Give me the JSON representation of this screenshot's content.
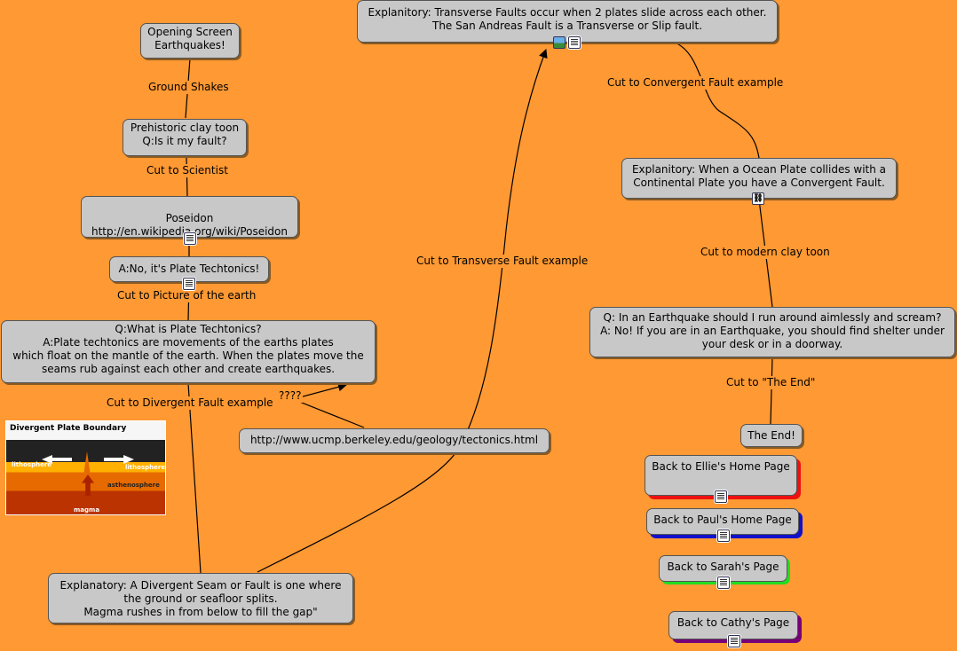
{
  "nodes": {
    "opening": "Opening Screen\nEarthquakes!",
    "prehistoric": "Prehistoric clay toon\nQ:Is it my fault?",
    "poseidon": "Poseidon\nhttp://en.wikipedia.org/wiki/Poseidon",
    "plate_tech": "A:No, it's Plate Techtonics!",
    "what_is": "Q:What is Plate Techtonics?\nA:Plate techtonics are movements of the earths plates\nwhich float on the mantle of the earth.  When the plates move the\nseams rub against each other and create earthquakes.",
    "ucmp": "http://www.ucmp.berkeley.edu/geology/tectonics.html",
    "divergent": "Explanatory: A Divergent Seam or Fault is one where\nthe ground or seafloor splits.\nMagma rushes in from below to fill the gap\"",
    "transverse": "Explanitory: Transverse Faults occur when 2 plates slide across each other.\nThe San Andreas Fault is a Transverse or Slip fault.",
    "convergent": "Explanitory: When a Ocean Plate collides with a\nContinental Plate you have a Convergent Fault.",
    "earthquake_q": "Q: In an Earthquake should I run around aimlessly and scream?\nA: No! If you are in an Earthquake, you should find shelter under\nyour desk or in a doorway.",
    "the_end": "The End!",
    "ellie": "Back to Ellie's Home Page",
    "paul": "Back to Paul's Home Page",
    "sarah": "Back to Sarah's Page",
    "cathy": "Back to Cathy's Page"
  },
  "edge_labels": {
    "ground_shakes": "Ground Shakes",
    "cut_scientist": "Cut to Scientist",
    "cut_picture": "Cut to Picture of the earth",
    "cut_divergent": "Cut to Divergent Fault example",
    "question": "????",
    "cut_transverse": "Cut to Transverse Fault example",
    "cut_convergent": "Cut to Convergent Fault example",
    "cut_modern": "Cut to modern clay toon",
    "cut_end": "Cut to \"The End\""
  },
  "diagram_image": {
    "title": "Divergent Plate Boundary",
    "lithosphere_left": "lithosphere",
    "lithosphere_right": "lithosphere",
    "asthenosphere": "asthenosphere",
    "magma": "magma"
  },
  "colors": {
    "background": "#FF9933",
    "node_fill": "#C8C8C8",
    "ellie_shadow": "#EE1111",
    "paul_shadow": "#1111CC",
    "sarah_shadow": "#22DD22",
    "cathy_shadow": "#770077"
  }
}
